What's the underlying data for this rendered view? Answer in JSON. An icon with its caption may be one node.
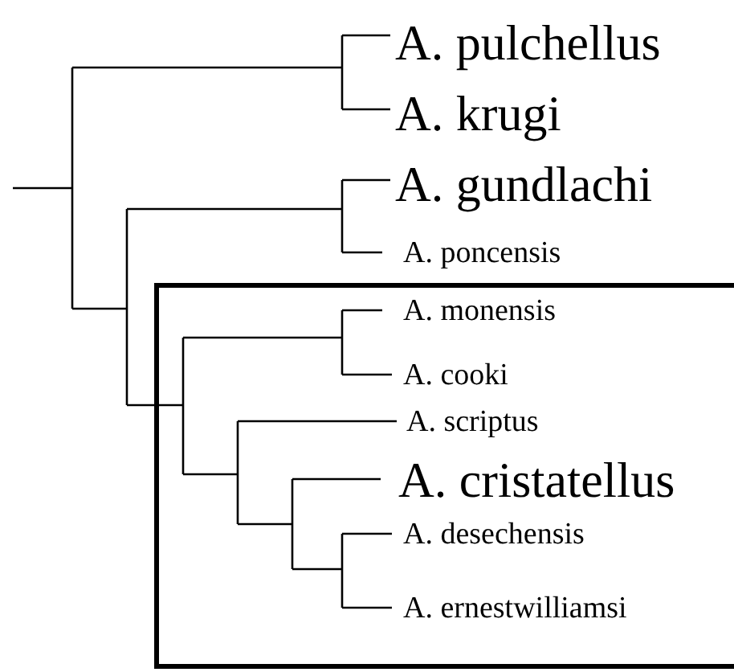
{
  "diagram": {
    "nodes": [
      {
        "text": [
          "A. pulchellus"
        ]
      },
      {
        "text": [
          "A. krugi"
        ]
      },
      {
        "text": [
          "A. gundlachi"
        ]
      },
      {
        "text": [
          "A. poncensis"
        ]
      },
      {
        "text": [],
        "shape": "box"
      },
      {
        "text": [
          "A. monensis"
        ],
        "in": 4
      },
      {
        "text": [
          "A. cooki"
        ],
        "in": 4
      },
      {
        "text": [
          "A. scriptus"
        ],
        "in": 4
      },
      {
        "text": [
          "A. cristatellus"
        ],
        "in": 4
      },
      {
        "text": [
          "A. desechensis"
        ],
        "in": 4
      },
      {
        "text": [
          "A. ernestwilliamsi"
        ],
        "in": 4
      }
    ]
  }
}
